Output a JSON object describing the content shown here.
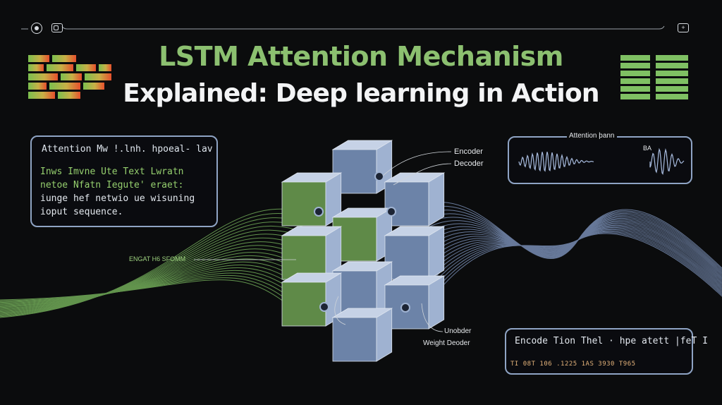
{
  "colors": {
    "background": "#0b0c0d",
    "title_green": "#8cc070",
    "title_white": "#f3f4f5",
    "panel_border": "#8fa4c4",
    "accent_green": "#7fc063",
    "accent_blue": "#8fa8d6",
    "accent_orange": "#e3b27a"
  },
  "title": {
    "line1": "LSTM Attention Mechanism",
    "line2": "Explained: Deep learning in Action"
  },
  "top_bar": {
    "icons": [
      "cog-icon",
      "toggle-icon",
      "plus-minus-icon"
    ],
    "right_icon_text": "+"
  },
  "info_panel": {
    "heading": "Attention Mw !.lnh. hpoeal- lav",
    "lines": [
      "Inws  Imvne  Ute  Text  Lwratn",
      "netoe  Nfatn  Iegute' eraet:",
      "iunge hef netwio ue wisuning",
      "ioput sequence."
    ]
  },
  "diagram": {
    "labels": {
      "encoder": "Encoder",
      "decoder": "Decoder",
      "side_label": "ENGAT H6 SFOMM",
      "bottom_label_1": "Unobder",
      "bottom_label_2": "Weight Deoder"
    }
  },
  "waveform_panel": {
    "title": "Attention þann",
    "side_text": "BA"
  },
  "encode_panel": {
    "heading": "Encode Tion  Thel · hpe atett |feT I",
    "numbers": "TI 08T 106 .1225   1AS  3930  T965"
  }
}
